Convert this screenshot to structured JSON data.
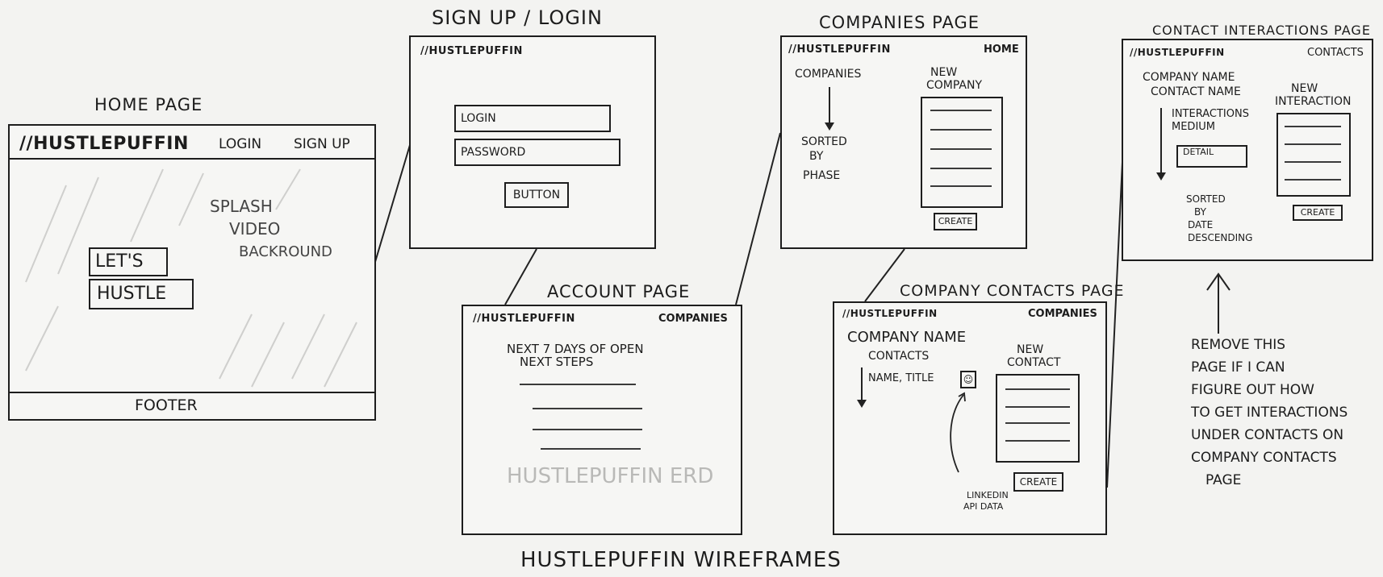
{
  "title": "HustlePuffin Wireframes",
  "brand": "//HustlePuffin",
  "home": {
    "label": "Home Page",
    "nav_login": "Login",
    "nav_signup": "Sign Up",
    "cta_line1": "Let's",
    "cta_line2": "Hustle",
    "splash_line1": "Splash",
    "splash_line2": "Video",
    "splash_line3": "Backround",
    "footer": "Footer"
  },
  "signup": {
    "label": "Sign Up / Login",
    "login_field": "Login",
    "password_field": "Password",
    "button": "Button"
  },
  "account": {
    "label": "Account Page",
    "nav": "Companies",
    "heading_line1": "Next 7 Days of Open",
    "heading_line2": "Next Steps",
    "ghost_text": "HustlePuffin ERD"
  },
  "companies": {
    "label": "Companies Page",
    "nav": "Home",
    "list_title": "Companies",
    "sorted_line1": "Sorted",
    "sorted_line2": "By",
    "sorted_line3": "Phase",
    "form_line1": "New",
    "form_line2": "Company",
    "button": "Create"
  },
  "company_contacts": {
    "label": "Company Contacts Page",
    "nav": "Companies",
    "company_name": "Company Name",
    "contacts": "Contacts",
    "name_title": "Name, Title",
    "form_line1": "New",
    "form_line2": "Contact",
    "button": "Create",
    "linkedin_line1": "LinkedIn",
    "linkedin_line2": "API Data"
  },
  "interactions": {
    "label": "Contact Interactions Page",
    "nav": "Contacts",
    "company_name": "Company Name",
    "contact_name": "Contact Name",
    "interactions_line1": "Interactions",
    "interactions_line2": "Medium",
    "detail": "Detail",
    "sorted_line1": "Sorted",
    "sorted_line2": "By",
    "sorted_line3": "Date",
    "sorted_line4": "Descending",
    "form_line1": "New",
    "form_line2": "Interaction",
    "button": "Create"
  },
  "note": {
    "line1": "Remove this",
    "line2": "page if I can",
    "line3": "figure out how",
    "line4": "to get interactions",
    "line5": "under contacts on",
    "line6": "company contacts",
    "line7": "page"
  }
}
